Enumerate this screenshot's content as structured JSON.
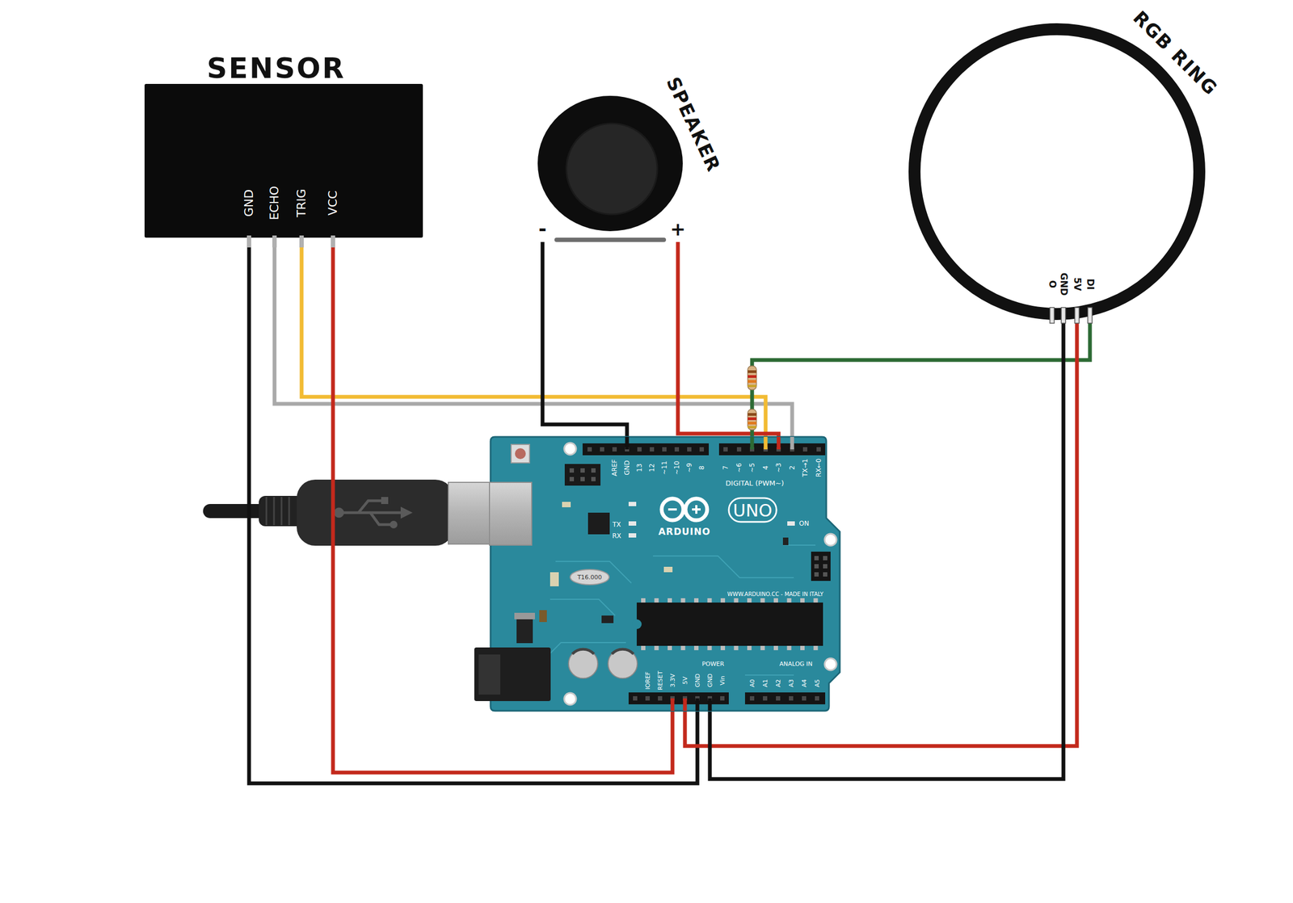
{
  "diagram": {
    "nodes": [
      {
        "text": [
          "SENSOR"
        ]
      },
      {
        "text": [
          "SPEAKER"
        ]
      },
      {
        "text": [
          "RGB RING"
        ]
      },
      {
        "text": [
          "ARDUINO",
          "UNO"
        ]
      }
    ],
    "edges": [
      {
        "from": 0,
        "to": 3,
        "arrow": "none"
      },
      {
        "from": 0,
        "to": 3,
        "arrow": "none"
      },
      {
        "from": 0,
        "to": 3,
        "arrow": "none"
      },
      {
        "from": 0,
        "to": 3,
        "arrow": "none"
      },
      {
        "from": 1,
        "to": 3,
        "arrow": "none"
      },
      {
        "from": 1,
        "to": 3,
        "arrow": "none"
      },
      {
        "from": 2,
        "to": 3,
        "arrow": "none"
      },
      {
        "from": 2,
        "to": 3,
        "arrow": "none"
      },
      {
        "from": 2,
        "to": 3,
        "arrow": "none"
      }
    ],
    "labels": [
      "GND",
      "ECHO",
      "TRIG",
      "VCC",
      "-",
      "+",
      "O",
      "GND",
      "5V",
      "DI",
      "AREF",
      "GND",
      "13",
      "12",
      "~11",
      "~10",
      "~9",
      "8",
      "7",
      "~6",
      "~5",
      "4",
      "~3",
      "2",
      "TX→1",
      "RX←0",
      "DIGITAL (PWM~)",
      "TX",
      "RX",
      "ON",
      "T16.000",
      "WWW.ARDUINO.CC - MADE IN ITALY",
      "POWER",
      "ANALOG IN",
      "IOREF",
      "RESET",
      "3.3V",
      "5V",
      "GND",
      "GND",
      "Vin",
      "A0",
      "A1",
      "A2",
      "A3",
      "A4",
      "A5"
    ]
  }
}
